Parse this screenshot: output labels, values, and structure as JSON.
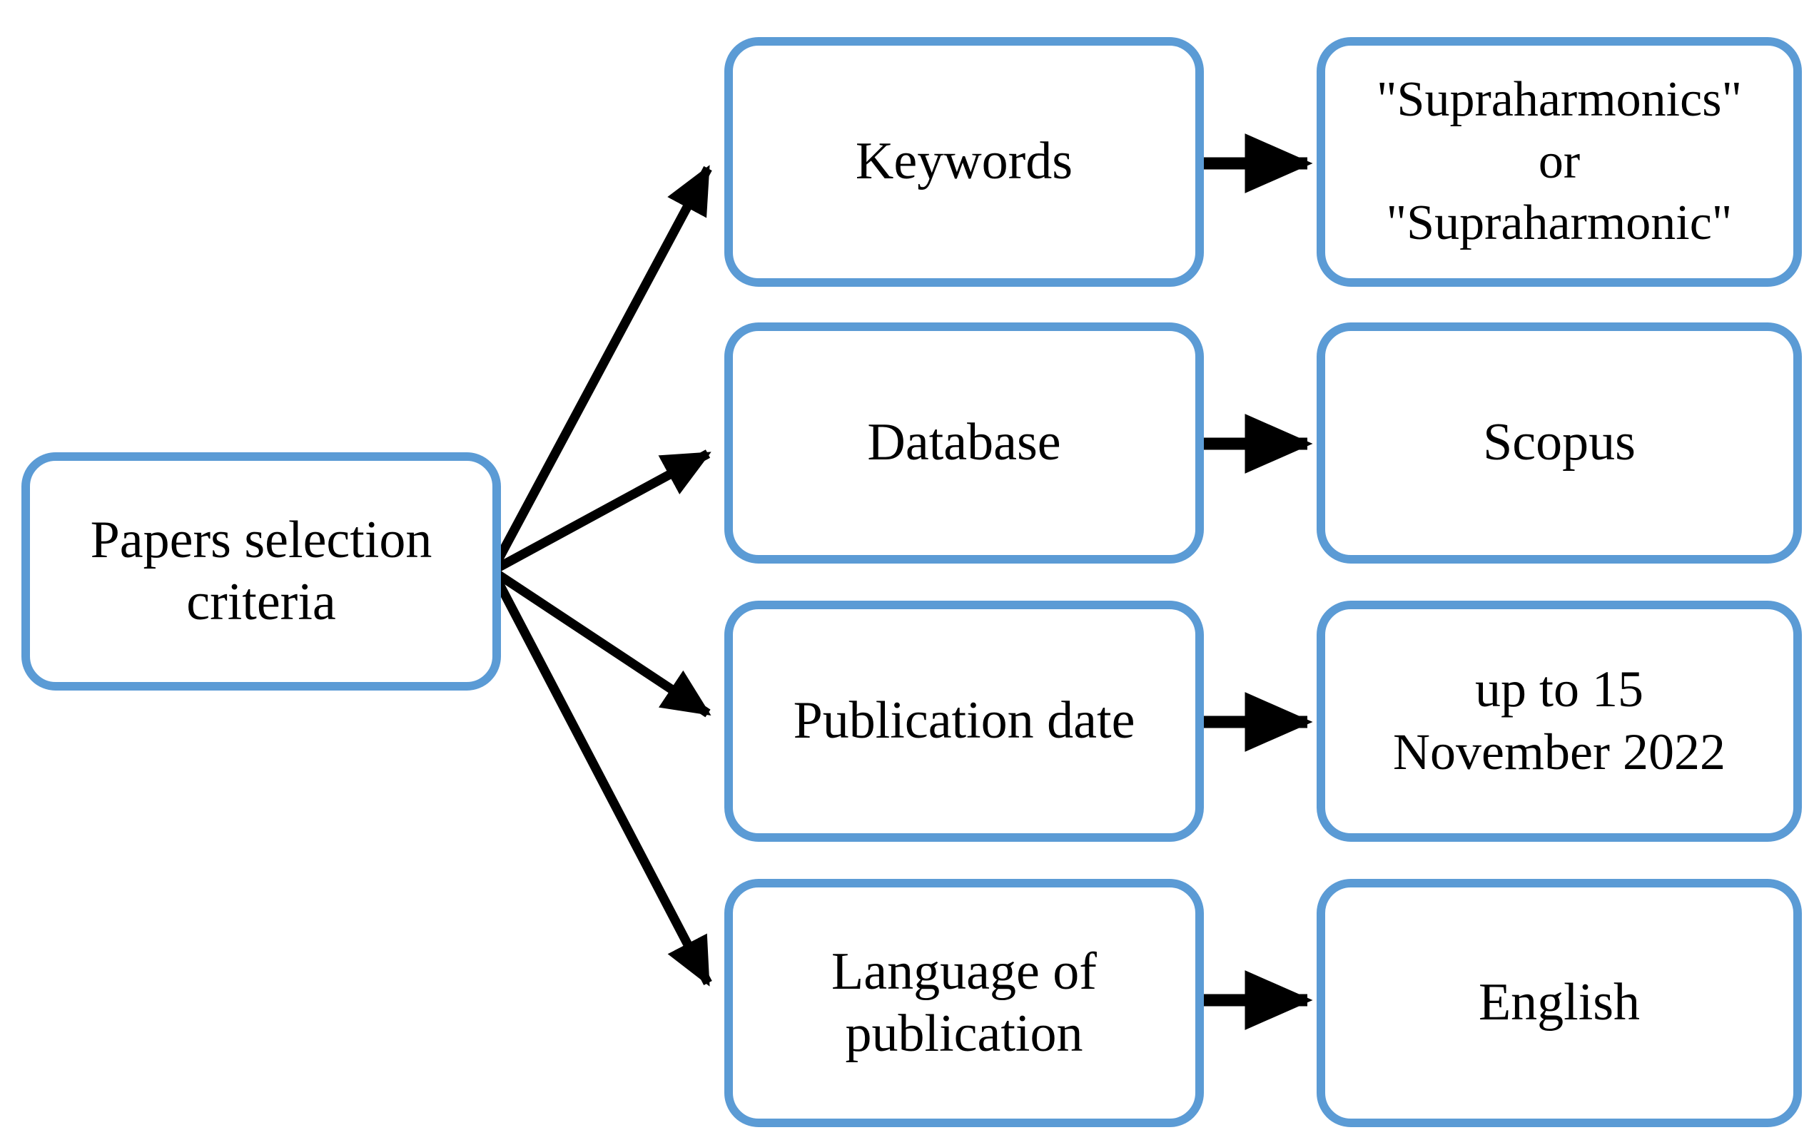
{
  "diagram": {
    "title": "Papers selection criteria",
    "type": "flowchart",
    "accent_color": "#5B9BD5",
    "node_fill": "#FFFFFF",
    "text_color": "#000000",
    "arrow_color": "#000000",
    "source": {
      "label": "Papers selection\ncriteria"
    },
    "criteria": [
      {
        "id": "keywords",
        "label": "Keywords",
        "value": "\"Supraharmonics\"\nor\n\"Supraharmonic\""
      },
      {
        "id": "database",
        "label": "Database",
        "value": "Scopus"
      },
      {
        "id": "publication-date",
        "label": "Publication date",
        "value": "up to 15\nNovember 2022"
      },
      {
        "id": "language",
        "label": "Language of\npublication",
        "value": "English"
      }
    ],
    "edges": {
      "fan_origin_label": "papers-selection-criteria",
      "fan_targets": [
        "keywords",
        "database",
        "publication-date",
        "language"
      ],
      "pair_arrows": [
        "keywords -> \"Supraharmonics\" or \"Supraharmonic\"",
        "database -> Scopus",
        "publication-date -> up to 15 November 2022",
        "language -> English"
      ]
    }
  }
}
